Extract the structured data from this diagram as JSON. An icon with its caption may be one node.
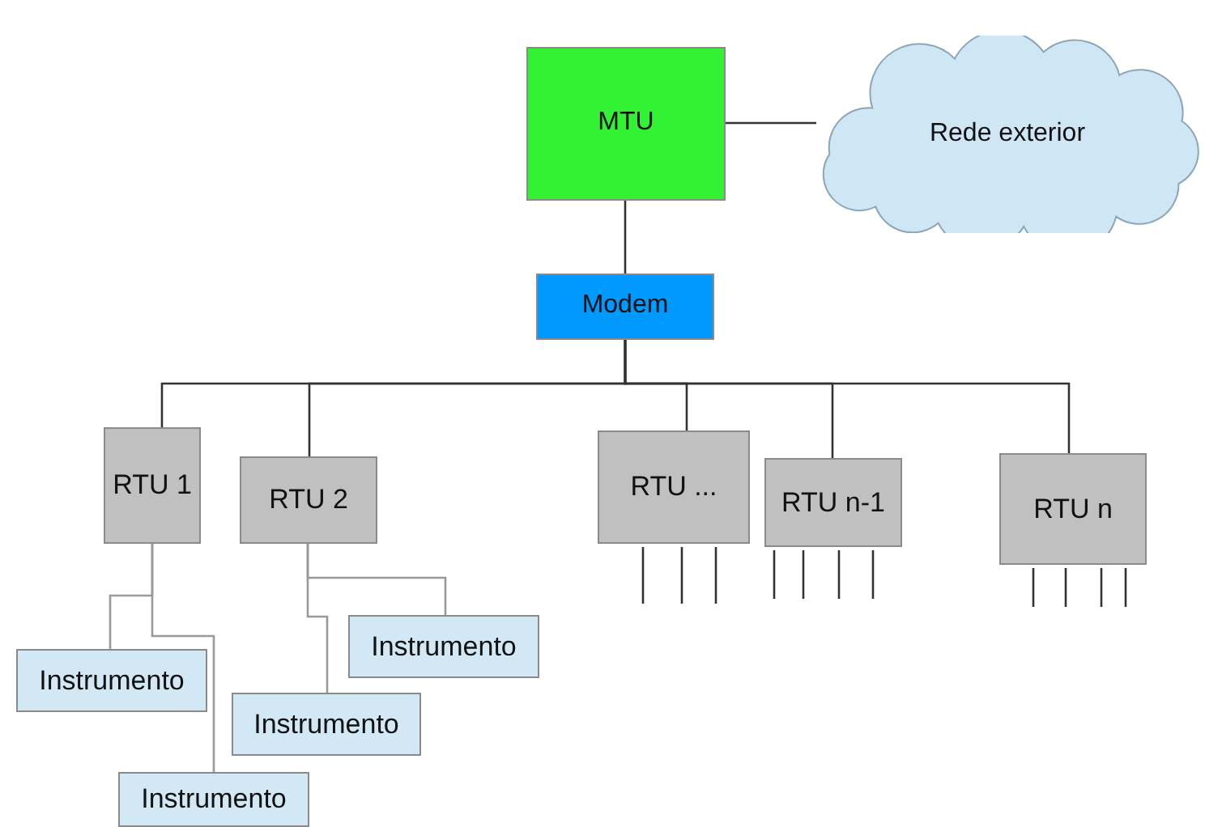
{
  "diagram": {
    "nodes": [
      {
        "text": [
          "MTU"
        ]
      },
      {
        "text": [
          "Rede exterior"
        ]
      },
      {
        "text": [
          "Modem"
        ]
      },
      {
        "text": [
          "RTU 1"
        ]
      },
      {
        "text": [
          "RTU 2"
        ]
      },
      {
        "text": [
          "RTU ..."
        ]
      },
      {
        "text": [
          "RTU n-1"
        ]
      },
      {
        "text": [
          "RTU n"
        ]
      },
      {
        "text": [
          "Instrumento"
        ]
      },
      {
        "text": [
          "Instrumento"
        ]
      },
      {
        "text": [
          "Instrumento"
        ]
      },
      {
        "text": [
          "Instrumento"
        ]
      }
    ],
    "edges": [
      {
        "from": 0,
        "to": 1,
        "arrow": "none"
      },
      {
        "from": 0,
        "to": 2,
        "arrow": "none"
      },
      {
        "from": 2,
        "to": 3,
        "arrow": "none"
      },
      {
        "from": 2,
        "to": 4,
        "arrow": "none"
      },
      {
        "from": 2,
        "to": 5,
        "arrow": "none"
      },
      {
        "from": 2,
        "to": 6,
        "arrow": "none"
      },
      {
        "from": 2,
        "to": 7,
        "arrow": "none"
      },
      {
        "from": 3,
        "to": 9,
        "arrow": "none",
        "color": "#999999"
      },
      {
        "from": 3,
        "to": 11,
        "arrow": "none",
        "color": "#999999"
      },
      {
        "from": 4,
        "to": 8,
        "arrow": "none",
        "color": "#999999"
      },
      {
        "from": 4,
        "to": 10,
        "arrow": "none",
        "color": "#999999"
      },
      {
        "from": 5,
        "to": null,
        "arrow": "none"
      },
      {
        "from": 5,
        "to": null,
        "arrow": "none"
      },
      {
        "from": 5,
        "to": null,
        "arrow": "none"
      },
      {
        "from": 6,
        "to": null,
        "arrow": "none"
      },
      {
        "from": 6,
        "to": null,
        "arrow": "none"
      },
      {
        "from": 6,
        "to": null,
        "arrow": "none"
      },
      {
        "from": 6,
        "to": null,
        "arrow": "none"
      },
      {
        "from": 7,
        "to": null,
        "arrow": "none"
      },
      {
        "from": 7,
        "to": null,
        "arrow": "none"
      },
      {
        "from": 7,
        "to": null,
        "arrow": "none"
      },
      {
        "from": 7,
        "to": null,
        "arrow": "none"
      }
    ]
  }
}
